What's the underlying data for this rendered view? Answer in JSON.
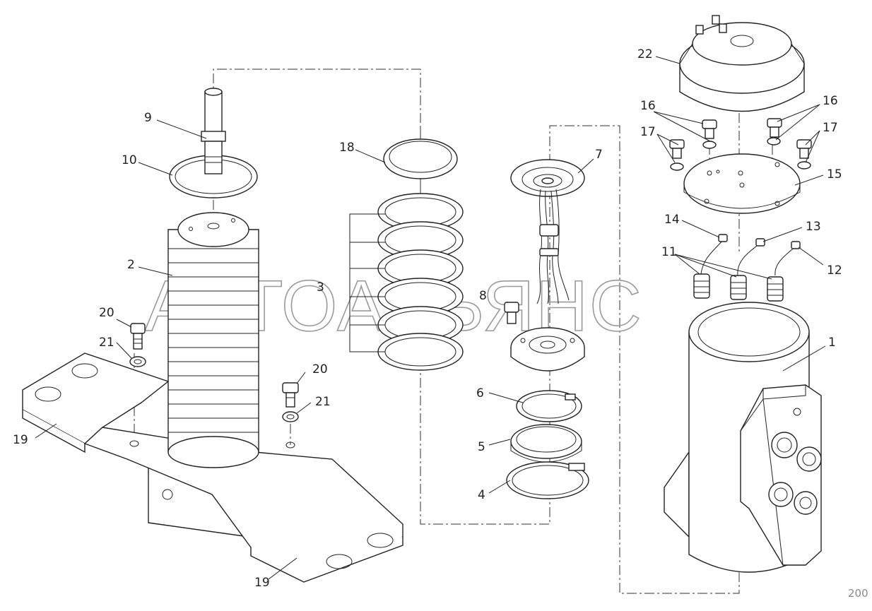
{
  "watermark": "АВТОАЛЬЯНС",
  "page_number": "200",
  "callouts": {
    "c1": "1",
    "c2": "2",
    "c3": "3",
    "c4": "4",
    "c5": "5",
    "c6": "6",
    "c7": "7",
    "c8": "8",
    "c9": "9",
    "c10": "10",
    "c11": "11",
    "c12": "12",
    "c13": "13",
    "c14": "14",
    "c15": "15",
    "c16a": "16",
    "c16b": "16",
    "c17a": "17",
    "c17b": "17",
    "c18": "18",
    "c19a": "19",
    "c19b": "19",
    "c20a": "20",
    "c20b": "20",
    "c21a": "21",
    "c21b": "21",
    "c22": "22"
  }
}
